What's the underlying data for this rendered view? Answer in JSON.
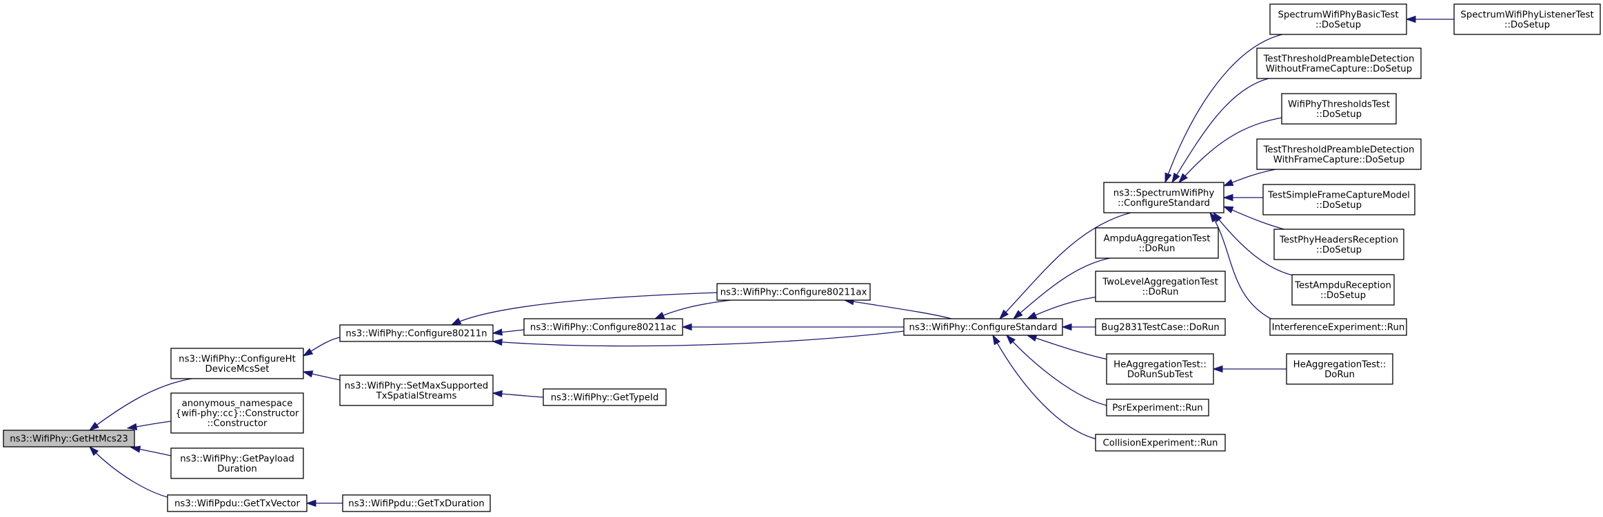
{
  "graph": {
    "type": "call-graph",
    "colors": {
      "edge": "#191970",
      "node_border": "#000000",
      "root_fill": "#bfbfbf",
      "node_fill": "#ffffff"
    },
    "nodes": [
      {
        "id": "root",
        "lines": [
          "ns3::WifiPhy::GetHtMcs23"
        ],
        "root": true
      },
      {
        "id": "cfgHt",
        "lines": [
          "ns3::WifiPhy::ConfigureHt",
          "DeviceMcsSet"
        ]
      },
      {
        "id": "anon",
        "lines": [
          "anonymous_namespace",
          "{wifi-phy::cc}::Constructor",
          "::Constructor"
        ]
      },
      {
        "id": "payload",
        "lines": [
          "ns3::WifiPhy::GetPayload",
          "Duration"
        ]
      },
      {
        "id": "txvec",
        "lines": [
          "ns3::WifiPpdu::GetTxVector"
        ]
      },
      {
        "id": "txdur",
        "lines": [
          "ns3::WifiPpdu::GetTxDuration"
        ]
      },
      {
        "id": "c11n",
        "lines": [
          "ns3::WifiPhy::Configure80211n"
        ]
      },
      {
        "id": "setmax",
        "lines": [
          "ns3::WifiPhy::SetMaxSupported",
          "TxSpatialStreams"
        ]
      },
      {
        "id": "typeid",
        "lines": [
          "ns3::WifiPhy::GetTypeId"
        ]
      },
      {
        "id": "c11ac",
        "lines": [
          "ns3::WifiPhy::Configure80211ac"
        ]
      },
      {
        "id": "c11ax",
        "lines": [
          "ns3::WifiPhy::Configure80211ax"
        ]
      },
      {
        "id": "cstd",
        "lines": [
          "ns3::WifiPhy::ConfigureStandard"
        ]
      },
      {
        "id": "scstd",
        "lines": [
          "ns3::SpectrumWifiPhy",
          "::ConfigureStandard"
        ]
      },
      {
        "id": "ampdu",
        "lines": [
          "AmpduAggregationTest",
          "::DoRun"
        ]
      },
      {
        "id": "twolvl",
        "lines": [
          "TwoLevelAggregationTest",
          "::DoRun"
        ]
      },
      {
        "id": "bug",
        "lines": [
          "Bug2831TestCase::DoRun"
        ]
      },
      {
        "id": "heagg",
        "lines": [
          "HeAggregationTest::",
          "DoRunSubTest"
        ]
      },
      {
        "id": "psr",
        "lines": [
          "PsrExperiment::Run"
        ]
      },
      {
        "id": "coll",
        "lines": [
          "CollisionExperiment::Run"
        ]
      },
      {
        "id": "swbasic",
        "lines": [
          "SpectrumWifiPhyBasicTest",
          "::DoSetup"
        ]
      },
      {
        "id": "swlisten",
        "lines": [
          "SpectrumWifiPhyListenerTest",
          "::DoSetup"
        ]
      },
      {
        "id": "ttpwo",
        "lines": [
          "TestThresholdPreambleDetection",
          "WithoutFrameCapture::DoSetup"
        ]
      },
      {
        "id": "wthr",
        "lines": [
          "WifiPhyThresholdsTest",
          "::DoSetup"
        ]
      },
      {
        "id": "ttpw",
        "lines": [
          "TestThresholdPreambleDetection",
          "WithFrameCapture::DoSetup"
        ]
      },
      {
        "id": "tsfc",
        "lines": [
          "TestSimpleFrameCaptureModel",
          "::DoSetup"
        ]
      },
      {
        "id": "tphr",
        "lines": [
          "TestPhyHeadersReception",
          "::DoSetup"
        ]
      },
      {
        "id": "tampr",
        "lines": [
          "TestAmpduReception",
          "::DoSetup"
        ]
      },
      {
        "id": "interf",
        "lines": [
          "InterferenceExperiment::Run"
        ]
      },
      {
        "id": "herun",
        "lines": [
          "HeAggregationTest::",
          "DoRun"
        ]
      }
    ],
    "edges": [
      [
        "root",
        "cfgHt"
      ],
      [
        "root",
        "anon"
      ],
      [
        "root",
        "payload"
      ],
      [
        "root",
        "txvec"
      ],
      [
        "txvec",
        "txdur"
      ],
      [
        "cfgHt",
        "c11n"
      ],
      [
        "cfgHt",
        "setmax"
      ],
      [
        "setmax",
        "typeid"
      ],
      [
        "c11n",
        "c11ac"
      ],
      [
        "c11n",
        "c11ax"
      ],
      [
        "c11n",
        "cstd"
      ],
      [
        "c11ac",
        "c11ax"
      ],
      [
        "c11ac",
        "cstd"
      ],
      [
        "c11ax",
        "cstd"
      ],
      [
        "cstd",
        "scstd"
      ],
      [
        "cstd",
        "ampdu"
      ],
      [
        "cstd",
        "twolvl"
      ],
      [
        "cstd",
        "bug"
      ],
      [
        "cstd",
        "heagg"
      ],
      [
        "cstd",
        "psr"
      ],
      [
        "cstd",
        "coll"
      ],
      [
        "heagg",
        "herun"
      ],
      [
        "scstd",
        "swbasic"
      ],
      [
        "scstd",
        "ttpwo"
      ],
      [
        "scstd",
        "wthr"
      ],
      [
        "scstd",
        "ttpw"
      ],
      [
        "scstd",
        "tsfc"
      ],
      [
        "scstd",
        "tphr"
      ],
      [
        "scstd",
        "tampr"
      ],
      [
        "scstd",
        "interf"
      ],
      [
        "swbasic",
        "swlisten"
      ]
    ]
  }
}
